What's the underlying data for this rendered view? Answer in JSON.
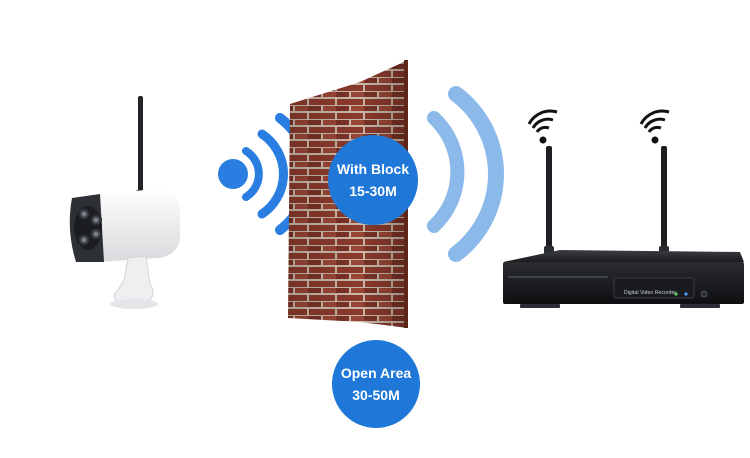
{
  "badges": {
    "with_block": {
      "line1": "With Block",
      "line2": "15-30M"
    },
    "open_area": {
      "line1": "Open Area",
      "line2": "30-50M"
    }
  },
  "nvr": {
    "label": "Digital Video Recorder"
  },
  "colors": {
    "signal_blue": "#2a7de1",
    "signal_light_blue": "#8ab9ea",
    "badge_blue": "#1f78d8",
    "brick": "#8a3a2c",
    "mortar": "#c9b8a8",
    "device_dark": "#1a1c1f",
    "camera_body": "#ededef"
  },
  "icons": [
    "wifi-source-icon",
    "wifi-waves-icon",
    "antenna-wifi-icon"
  ]
}
